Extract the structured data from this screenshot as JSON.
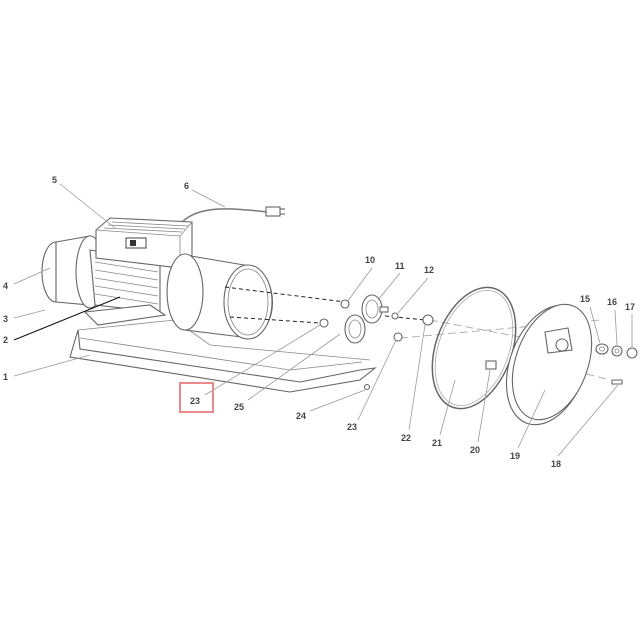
{
  "diagram": {
    "highlight_color": "#e88a8a",
    "highlighted_label": "23",
    "labels": {
      "l1": "1",
      "l2": "2",
      "l3": "3",
      "l4": "4",
      "l5": "5",
      "l6": "6",
      "l10": "10",
      "l11": "11",
      "l12": "12",
      "l15": "15",
      "l16": "16",
      "l17": "17",
      "l18": "18",
      "l19": "19",
      "l20": "20",
      "l21": "21",
      "l22": "22",
      "l23a": "23",
      "l23b": "23",
      "l24": "24",
      "l25": "25"
    }
  }
}
